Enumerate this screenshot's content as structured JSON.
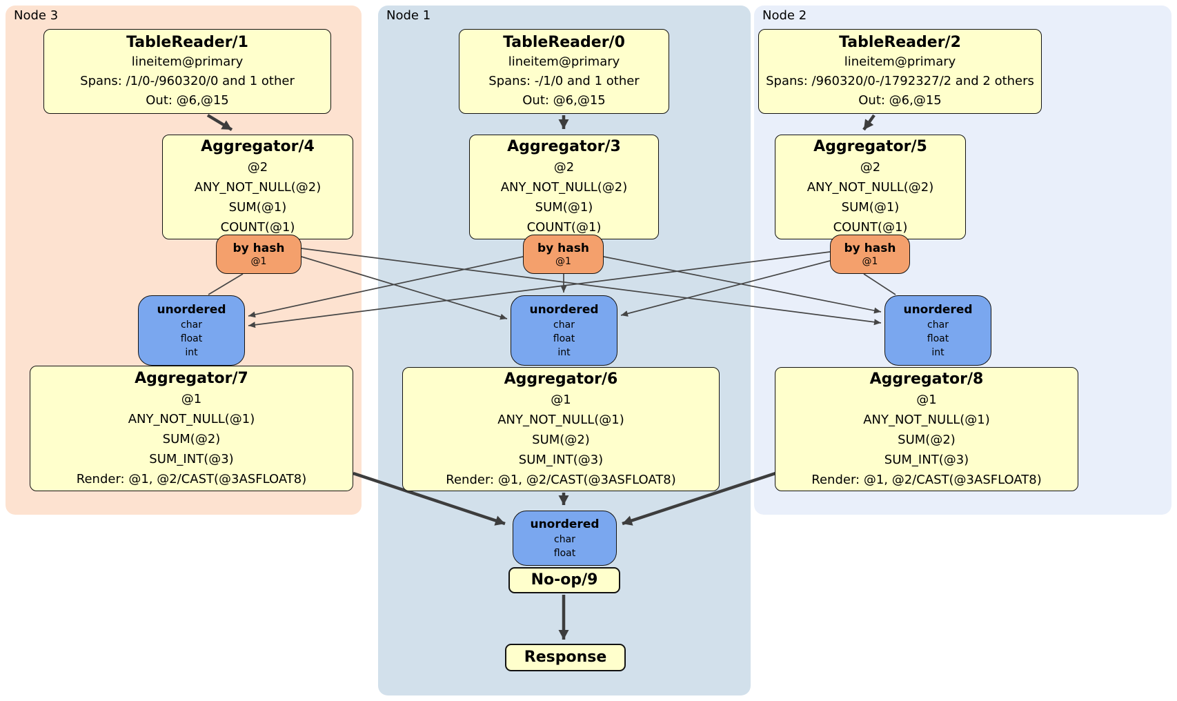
{
  "diagram": {
    "panels": {
      "node3": {
        "label": "Node 3"
      },
      "node1": {
        "label": "Node 1"
      },
      "node2": {
        "label": "Node 2"
      }
    },
    "processors": {
      "tablereader1": {
        "title": "TableReader/1",
        "lines": [
          "lineitem@primary",
          "Spans: /1/0-/960320/0 and 1 other",
          "Out: @6,@15"
        ]
      },
      "tablereader0": {
        "title": "TableReader/0",
        "lines": [
          "lineitem@primary",
          "Spans: -/1/0 and 1 other",
          "Out: @6,@15"
        ]
      },
      "tablereader2": {
        "title": "TableReader/2",
        "lines": [
          "lineitem@primary",
          "Spans: /960320/0-/1792327/2 and 2 others",
          "Out: @6,@15"
        ]
      },
      "aggregator4": {
        "title": "Aggregator/4",
        "lines": [
          "@2",
          "ANY_NOT_NULL(@2)",
          "SUM(@1)",
          "COUNT(@1)"
        ]
      },
      "aggregator3": {
        "title": "Aggregator/3",
        "lines": [
          "@2",
          "ANY_NOT_NULL(@2)",
          "SUM(@1)",
          "COUNT(@1)"
        ]
      },
      "aggregator5": {
        "title": "Aggregator/5",
        "lines": [
          "@2",
          "ANY_NOT_NULL(@2)",
          "SUM(@1)",
          "COUNT(@1)"
        ]
      },
      "aggregator7": {
        "title": "Aggregator/7",
        "lines": [
          "@1",
          "ANY_NOT_NULL(@1)",
          "SUM(@2)",
          "SUM_INT(@3)",
          "Render: @1, @2/CAST(@3ASFLOAT8)"
        ]
      },
      "aggregator6": {
        "title": "Aggregator/6",
        "lines": [
          "@1",
          "ANY_NOT_NULL(@1)",
          "SUM(@2)",
          "SUM_INT(@3)",
          "Render: @1, @2/CAST(@3ASFLOAT8)"
        ]
      },
      "aggregator8": {
        "title": "Aggregator/8",
        "lines": [
          "@1",
          "ANY_NOT_NULL(@1)",
          "SUM(@2)",
          "SUM_INT(@3)",
          "Render: @1, @2/CAST(@3ASFLOAT8)"
        ]
      },
      "noop9": {
        "title": "No-op/9"
      },
      "response": {
        "title": "Response"
      }
    },
    "routers": {
      "hash_node3": {
        "title": "by hash",
        "lines": [
          "@1"
        ]
      },
      "hash_node1": {
        "title": "by hash",
        "lines": [
          "@1"
        ]
      },
      "hash_node2": {
        "title": "by hash",
        "lines": [
          "@1"
        ]
      }
    },
    "syncs": {
      "unordered_node3": {
        "title": "unordered",
        "lines": [
          "char",
          "float",
          "int"
        ]
      },
      "unordered_node1": {
        "title": "unordered",
        "lines": [
          "char",
          "float",
          "int"
        ]
      },
      "unordered_node2": {
        "title": "unordered",
        "lines": [
          "char",
          "float",
          "int"
        ]
      },
      "unordered_final": {
        "title": "unordered",
        "lines": [
          "char",
          "float"
        ]
      }
    },
    "colors": {
      "panel_node3": "#fde2d0",
      "panel_node1": "#d2e0eb",
      "panel_node2": "#e9effa",
      "processor_fill": "#ffffcc",
      "router_fill": "#f4a06c",
      "sync_fill": "#7aa7ef",
      "edge": "#454545"
    }
  }
}
